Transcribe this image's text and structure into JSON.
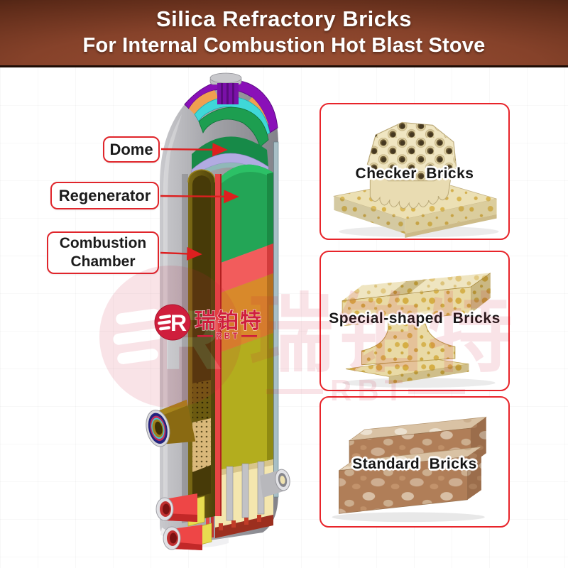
{
  "header": {
    "title_line1": "Silica Refractory Bricks",
    "title_line2": "For Internal Combustion Hot Blast Stove"
  },
  "diagram": {
    "labels": [
      {
        "text": "Dome"
      },
      {
        "text": "Regenerator"
      },
      {
        "text": "Combustion Chamber"
      }
    ]
  },
  "products": [
    {
      "label": "Checker Bricks"
    },
    {
      "label": "Special-shaped Bricks"
    },
    {
      "label": "Standard Bricks"
    }
  ],
  "watermark": {
    "brand_cn": "瑞铂特",
    "brand_en": "RBT"
  },
  "colors": {
    "accent_red": "#e8242a",
    "logo_red": "#cf1e3c",
    "header_brown_dark": "#26110a",
    "header_brown_light": "#9a4f33",
    "regenerator_green": "#23a556",
    "combustion_olive": "#6e5d12"
  }
}
